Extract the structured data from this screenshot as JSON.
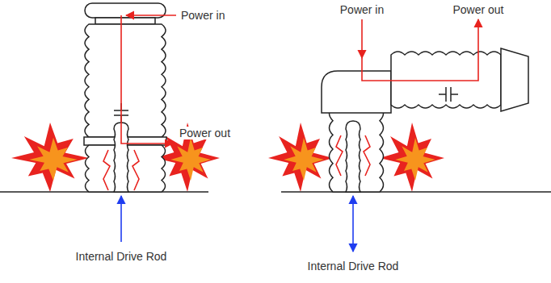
{
  "diagram": {
    "labels": [
      "Power in",
      "Power out",
      "Internal Drive Rod",
      "Power in",
      "Power out",
      "Internal Drive Rod"
    ]
  }
}
